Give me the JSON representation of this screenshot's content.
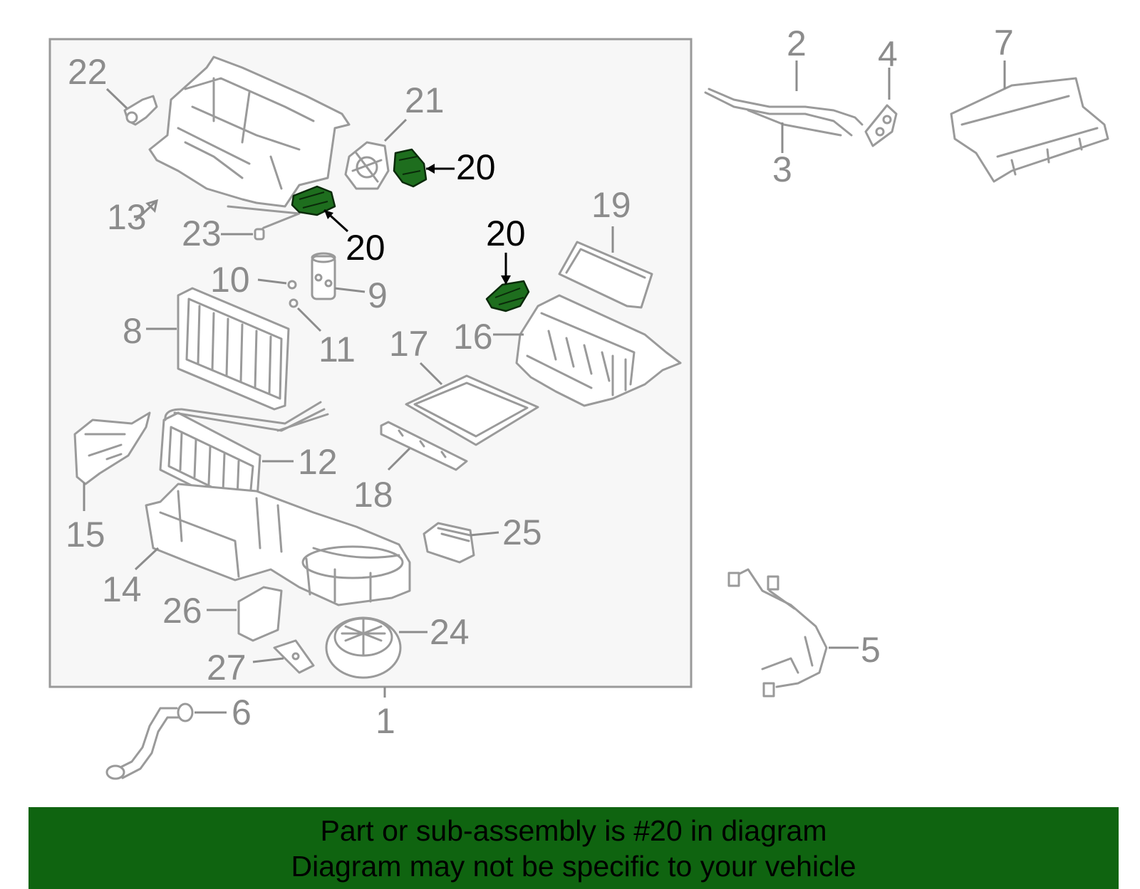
{
  "diagram": {
    "labels": {
      "p1": "1",
      "p2": "2",
      "p3": "3",
      "p4": "4",
      "p5": "5",
      "p6": "6",
      "p7": "7",
      "p8": "8",
      "p9": "9",
      "p10": "10",
      "p11": "11",
      "p12": "12",
      "p13": "13",
      "p14": "14",
      "p15": "15",
      "p16": "16",
      "p17": "17",
      "p18": "18",
      "p19": "19",
      "p20": "20",
      "p21": "21",
      "p22": "22",
      "p23": "23",
      "p24": "24",
      "p25": "25",
      "p26": "26",
      "p27": "27"
    },
    "highlight_color": "#1e6e1e"
  },
  "banner": {
    "line1": "Part or sub-assembly is #20 in diagram",
    "line2": "Diagram may not be specific to your vehicle",
    "background": "#0f6410"
  }
}
